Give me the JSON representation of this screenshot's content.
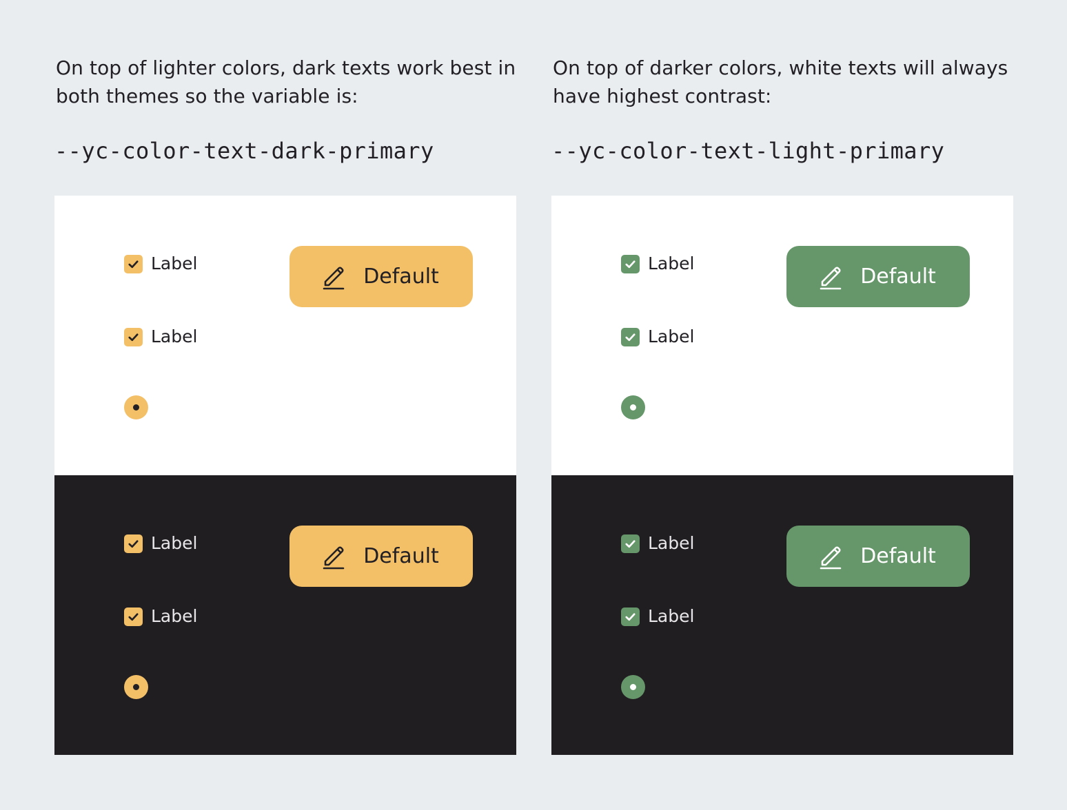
{
  "left": {
    "description": "On top of lighter colors, dark texts work best in both themes so the variable is:",
    "variable": "--yc-color-text-dark-primary",
    "accent_color": "#f3c068",
    "text_on_accent": "#222024",
    "light_panel": {
      "checkbox_1_label": "Label",
      "checkbox_2_label": "Label",
      "button_label": "Default",
      "button_icon": "pencil-icon"
    },
    "dark_panel": {
      "checkbox_1_label": "Label",
      "checkbox_2_label": "Label",
      "button_label": "Default",
      "button_icon": "pencil-icon"
    }
  },
  "right": {
    "description": "On top of darker colors, white texts will always have highest contrast:",
    "variable": "--yc-color-text-light-primary",
    "accent_color": "#66976a",
    "text_on_accent": "#ffffff",
    "light_panel": {
      "checkbox_1_label": "Label",
      "checkbox_2_label": "Label",
      "button_label": "Default",
      "button_icon": "pencil-icon"
    },
    "dark_panel": {
      "checkbox_1_label": "Label",
      "checkbox_2_label": "Label",
      "button_label": "Default",
      "button_icon": "pencil-icon"
    }
  },
  "colors": {
    "page_background": "#e9edf0",
    "light_panel_background": "#ffffff",
    "dark_panel_background": "#211e22"
  }
}
